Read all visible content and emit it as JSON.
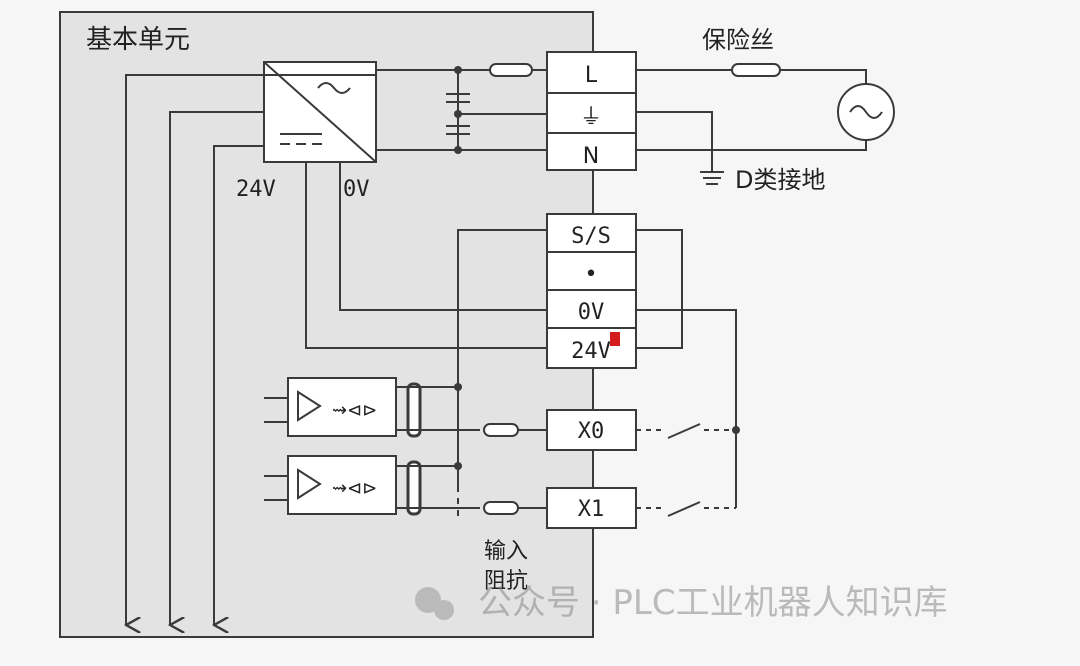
{
  "unit": {
    "title": "基本单元",
    "label_24v": "24V",
    "label_0v": "0V",
    "input_resistor_line1": "输入",
    "input_resistor_line2": "阻抗"
  },
  "terminals": [
    "L",
    "⏚",
    "N",
    "S/S",
    "•",
    "0V",
    "24V",
    "X0",
    "X1"
  ],
  "external": {
    "fuse_label": "保险丝",
    "ground_label": "D类接地"
  },
  "watermark": {
    "text": "公众号 · PLC工业机器人知识库"
  },
  "colors": {
    "line": "#3a3a3a",
    "unit_fill": "#e3e3e3",
    "background": "#f6f6f6",
    "marker_red": "#d41c1c"
  }
}
